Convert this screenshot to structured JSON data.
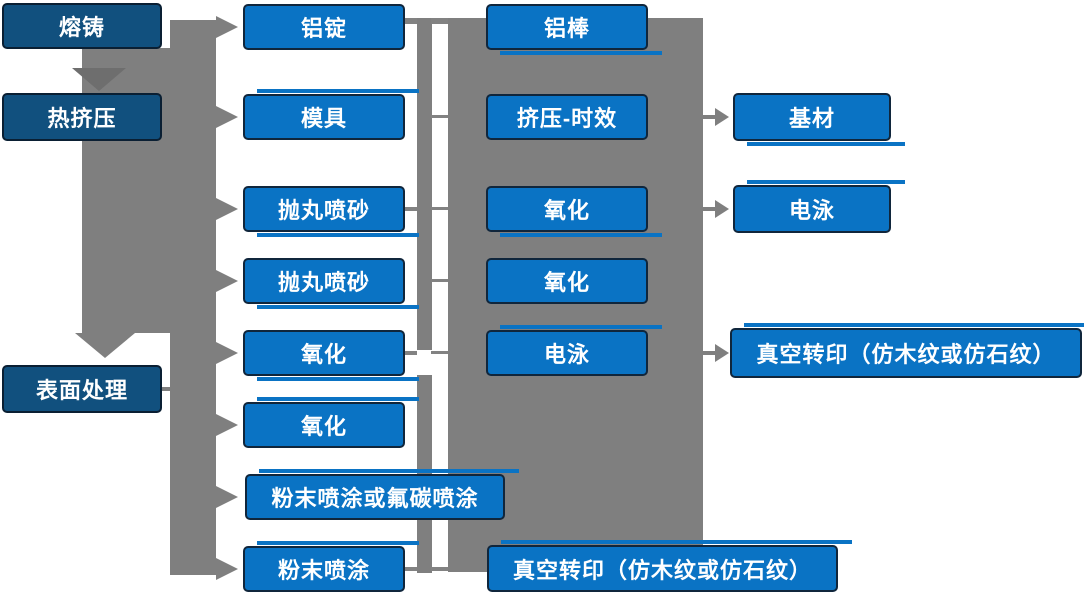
{
  "flowchart": {
    "stages": {
      "melting": "熔铸",
      "hot_extrusion": "热挤压",
      "surface_treatment": "表面处理"
    },
    "column2": {
      "al_ingot": "铝锭",
      "mold": "模具",
      "shot_blasting_1": "抛丸喷砂",
      "shot_blasting_2": "抛丸喷砂",
      "oxidation_1": "氧化",
      "oxidation_2": "氧化",
      "powder_or_fluorocarbon": "粉末喷涂或氟碳喷涂",
      "powder_coating": "粉末喷涂"
    },
    "column3": {
      "al_rod": "铝棒",
      "extrusion_aging": "挤压-时效",
      "oxidation_1": "氧化",
      "oxidation_2": "氧化",
      "electrophoresis": "电泳",
      "vacuum_transfer": "真空转印（仿木纹或仿石纹）"
    },
    "column4": {
      "base_material": "基材",
      "electrophoresis": "电泳",
      "vacuum_transfer": "真空转印（仿木纹或仿石纹）"
    },
    "colors": {
      "stage_fill": "#11507e",
      "stage_border": "#0a1f33",
      "node_fill": "#0a73c4",
      "node_border": "#10263c",
      "connector_gray": "#7f7f7f",
      "connector_dark": "#6e6e6e",
      "text": "#ffffff"
    }
  }
}
